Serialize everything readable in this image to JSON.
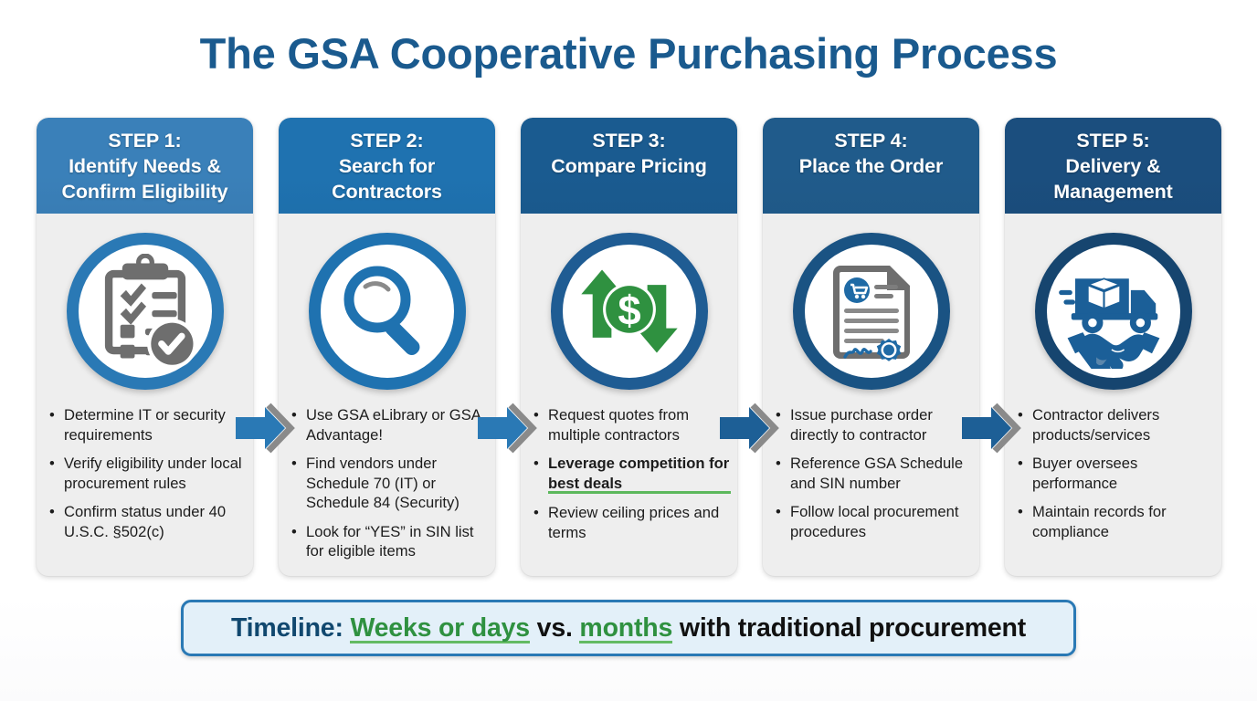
{
  "page": {
    "title": "The GSA Cooperative Purchasing Process",
    "title_color": "#1a5a8e",
    "background_color": "#ffffff"
  },
  "colors": {
    "header_step1": "#3a80b9",
    "header_step2": "#1f72b0",
    "header_step3": "#1a5b90",
    "header_step4": "#205b8b",
    "header_step5": "#1b4e7e",
    "ring_step1": "#2a79b5",
    "ring_step2": "#1f72b0",
    "ring_step3": "#1f5c93",
    "ring_step4": "#1a5383",
    "ring_step5": "#16456f",
    "card_body": "#eeeeee",
    "arrow_blue": "#2a79b5",
    "arrow_gray": "#8a8a8a",
    "accent_green": "#2f9140",
    "highlight_green": "#5cb85c",
    "banner_fill": "#e3f0f9",
    "banner_border": "#2a79b5"
  },
  "steps": [
    {
      "head_line1": "STEP 1:",
      "head_line2": "Identify Needs &",
      "head_line3": "Confirm Eligibility",
      "icon": "clipboard-checklist-icon",
      "bullets": [
        {
          "text": "Determine IT or security requirements",
          "highlight": false
        },
        {
          "text": "Verify eligibility under local procurement rules",
          "highlight": false
        },
        {
          "text": "Confirm status under 40 U.S.C. §502(c)",
          "highlight": false
        }
      ]
    },
    {
      "head_line1": "STEP 2:",
      "head_line2": "Search for",
      "head_line3": "Contractors",
      "icon": "magnifying-glass-icon",
      "bullets": [
        {
          "text": "Use GSA eLibrary or GSA Advantage!",
          "highlight": false
        },
        {
          "text": "Find vendors under Schedule 70 (IT) or Schedule 84 (Security)",
          "highlight": false
        },
        {
          "text": "Look for “YES” in SIN list for eligible items",
          "highlight": false
        }
      ]
    },
    {
      "head_line1": "STEP 3:",
      "head_line2": "Compare Pricing",
      "head_line3": "",
      "icon": "dollar-arrows-icon",
      "bullets": [
        {
          "text": "Request quotes from multiple contractors",
          "highlight": false
        },
        {
          "text": "Leverage competition for best deals",
          "highlight": true
        },
        {
          "text": "Review ceiling prices and terms",
          "highlight": false
        }
      ]
    },
    {
      "head_line1": "STEP 4:",
      "head_line2": "Place the Order",
      "head_line3": "",
      "icon": "signed-document-icon",
      "bullets": [
        {
          "text": "Issue purchase order directly to contractor",
          "highlight": false
        },
        {
          "text": "Reference GSA Schedule and SIN number",
          "highlight": false
        },
        {
          "text": "Follow local procurement procedures",
          "highlight": false
        }
      ]
    },
    {
      "head_line1": "STEP 5:",
      "head_line2": "Delivery &",
      "head_line3": "Management",
      "icon": "delivery-truck-handshake-icon",
      "bullets": [
        {
          "text": "Contractor delivers products/services",
          "highlight": false
        },
        {
          "text": "Buyer oversees performance",
          "highlight": false
        },
        {
          "text": "Maintain records for compliance",
          "highlight": false
        }
      ]
    }
  ],
  "bullet_marker": "•",
  "banner": {
    "lead": "Timeline:",
    "green_1": "Weeks or days",
    "mid": "vs.",
    "green_2": "months",
    "tail": "with traditional procurement"
  },
  "arrows": [
    {
      "name": "arrow-step1-to-step2"
    },
    {
      "name": "arrow-step2-to-step3"
    },
    {
      "name": "arrow-step3-to-step4"
    },
    {
      "name": "arrow-step4-to-step5"
    }
  ]
}
